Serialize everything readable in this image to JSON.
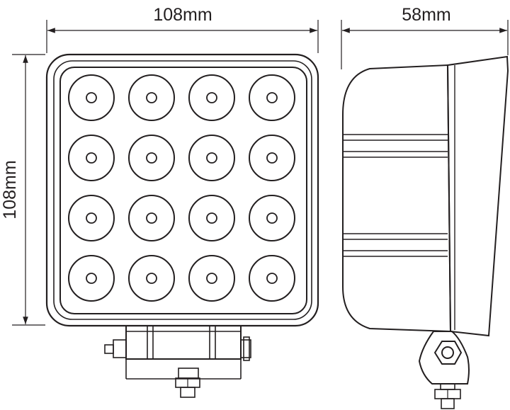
{
  "dimensions": {
    "front_width": "108mm",
    "front_height": "108mm",
    "side_depth": "58mm"
  },
  "led_grid": {
    "rows": 4,
    "columns": 4
  },
  "colors": {
    "line": "#231f20",
    "background": "#ffffff",
    "text": "#231f20"
  }
}
